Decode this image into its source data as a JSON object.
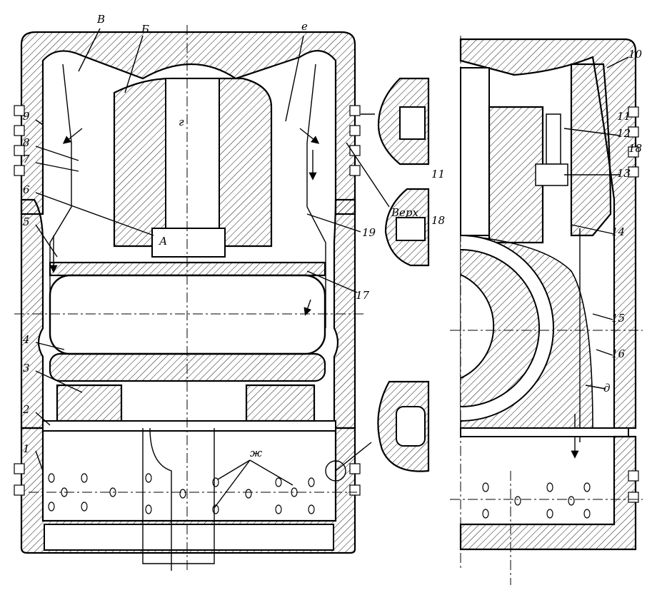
{
  "title": "Piston assembly cross-section",
  "letters": {
    "v": "В",
    "b": "Б",
    "e": "е",
    "g": "г",
    "a": "А",
    "verkh": "Верх",
    "zh": "ж",
    "d": "д"
  },
  "callouts_left": [
    "9",
    "8",
    "7",
    "6",
    "5",
    "4",
    "3",
    "2",
    "1"
  ],
  "callouts_mid": [
    "11",
    "18",
    "19",
    "17"
  ],
  "callouts_right": [
    "10",
    "11",
    "12",
    "18",
    "13",
    "14",
    "15",
    "16"
  ]
}
